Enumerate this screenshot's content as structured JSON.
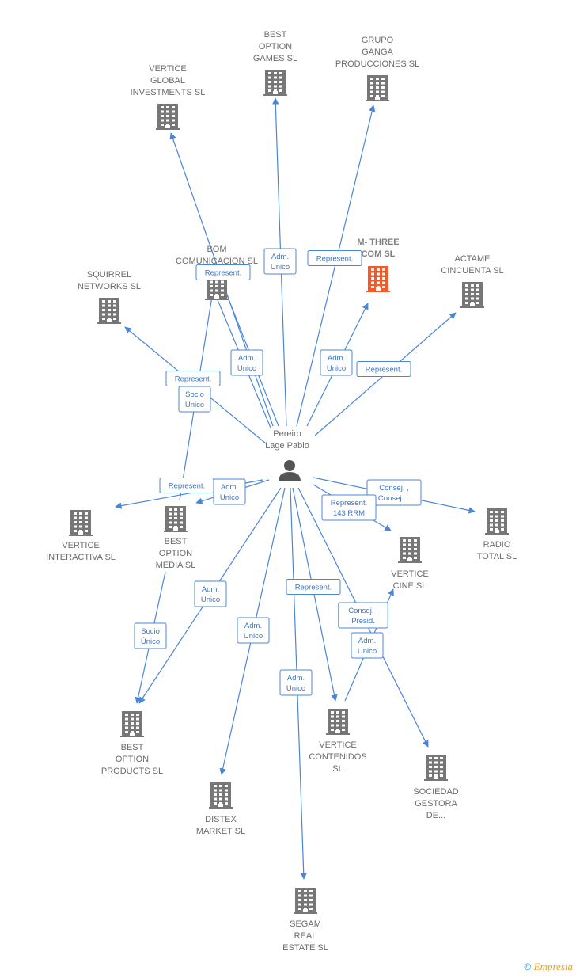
{
  "colors": {
    "edge": "#4a86d6",
    "company": "#777777",
    "highlight": "#f15a2b",
    "person": "#555555"
  },
  "center": {
    "id": "person",
    "label": [
      "Pereiro",
      "Lage Pablo"
    ],
    "icon": "person-icon"
  },
  "nodes": [
    {
      "id": "vertice-global",
      "label": [
        "VERTICE",
        "GLOBAL",
        "INVESTMENTS SL"
      ],
      "icon": "building-icon"
    },
    {
      "id": "best-option-games",
      "label": [
        "BEST",
        "OPTION",
        "GAMES  SL"
      ],
      "icon": "building-icon"
    },
    {
      "id": "grupo-ganga",
      "label": [
        "GRUPO",
        "GANGA",
        "PRODUCCIONES SL"
      ],
      "icon": "building-icon"
    },
    {
      "id": "bom",
      "label": [
        "BOM",
        "COMUNICACION SL"
      ],
      "icon": "building-icon"
    },
    {
      "id": "m-three",
      "label": [
        "M- THREE",
        "COM  SL"
      ],
      "icon": "building-icon",
      "highlight": true
    },
    {
      "id": "actame",
      "label": [
        "ACTAME",
        "CINCUENTA  SL"
      ],
      "icon": "building-icon"
    },
    {
      "id": "squirrel",
      "label": [
        "SQUIRREL",
        "NETWORKS  SL"
      ],
      "icon": "building-icon"
    },
    {
      "id": "vertice-interactiva",
      "label": [
        "VERTICE",
        "INTERACTIVA SL"
      ],
      "icon": "building-icon"
    },
    {
      "id": "best-option-media",
      "label": [
        "BEST",
        "OPTION",
        "MEDIA SL"
      ],
      "icon": "building-icon"
    },
    {
      "id": "radio-total",
      "label": [
        "RADIO",
        "TOTAL  SL"
      ],
      "icon": "building-icon"
    },
    {
      "id": "vertice-cine",
      "label": [
        "VERTICE",
        "CINE SL"
      ],
      "icon": "building-icon"
    },
    {
      "id": "best-option-products",
      "label": [
        "BEST",
        "OPTION",
        "PRODUCTS SL"
      ],
      "icon": "building-icon"
    },
    {
      "id": "distex",
      "label": [
        "DISTEX",
        "MARKET SL"
      ],
      "icon": "building-icon"
    },
    {
      "id": "vertice-contenidos",
      "label": [
        "VERTICE",
        "CONTENIDOS",
        "SL"
      ],
      "icon": "building-icon"
    },
    {
      "id": "sociedad-gestora",
      "label": [
        "SOCIEDAD",
        "GESTORA",
        "DE..."
      ],
      "icon": "building-icon"
    },
    {
      "id": "segam",
      "label": [
        "SEGAM",
        "REAL",
        "ESTATE  SL"
      ],
      "icon": "building-icon"
    }
  ],
  "edges": [
    {
      "from": "person",
      "to": "vertice-global",
      "label": []
    },
    {
      "from": "person",
      "to": "best-option-games",
      "label": [
        "Adm.",
        "Unico"
      ]
    },
    {
      "from": "person",
      "to": "grupo-ganga",
      "label": [
        "Represent."
      ]
    },
    {
      "from": "person",
      "to": "bom",
      "label": [
        "Represent."
      ]
    },
    {
      "from": "person",
      "to": "bom",
      "label": [
        "Adm.",
        "Unico"
      ]
    },
    {
      "from": "person",
      "to": "m-three",
      "label": [
        "Adm.",
        "Unico"
      ]
    },
    {
      "from": "person",
      "to": "actame",
      "label": [
        "Represent."
      ]
    },
    {
      "from": "person",
      "to": "squirrel",
      "label": [
        "Represent."
      ]
    },
    {
      "from": "best-option-media",
      "to": "bom",
      "label": [
        "Socio",
        "Único"
      ]
    },
    {
      "from": "person",
      "to": "vertice-interactiva",
      "label": [
        "Represent."
      ]
    },
    {
      "from": "person",
      "to": "best-option-media",
      "label": [
        "Adm.",
        "Unico"
      ]
    },
    {
      "from": "person",
      "to": "radio-total",
      "label": [
        "Consej. ,",
        "Consej...."
      ]
    },
    {
      "from": "person",
      "to": "vertice-cine",
      "label": [
        "Represent.",
        "143 RRM"
      ]
    },
    {
      "from": "person",
      "to": "best-option-products",
      "label": [
        "Adm.",
        "Unico"
      ]
    },
    {
      "from": "best-option-media",
      "to": "best-option-products",
      "label": [
        "Socio",
        "Único"
      ]
    },
    {
      "from": "person",
      "to": "distex",
      "label": [
        "Adm.",
        "Unico"
      ]
    },
    {
      "from": "person",
      "to": "vertice-contenidos",
      "label": [
        "Represent."
      ]
    },
    {
      "from": "vertice-contenidos",
      "to": "vertice-cine",
      "label": [
        "Consej. ,",
        "Presid."
      ]
    },
    {
      "from": "person",
      "to": "sociedad-gestora",
      "label": [
        "Adm.",
        "Unico"
      ]
    },
    {
      "from": "person",
      "to": "segam",
      "label": [
        "Adm.",
        "Unico"
      ]
    }
  ],
  "watermark": {
    "symbol": "©",
    "brand": "Empresia"
  }
}
